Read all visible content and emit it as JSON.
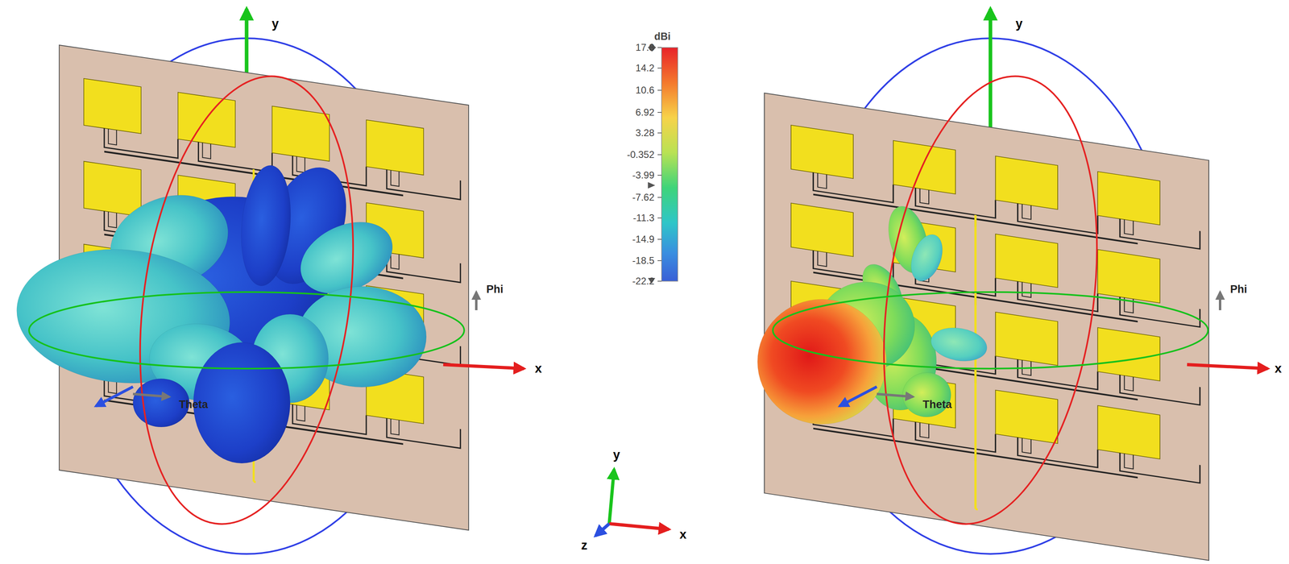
{
  "diagram": {
    "labels": [
      "y",
      "Phi",
      "x",
      "Theta",
      "dBi",
      "17.8",
      "14.2",
      "10.6",
      "6.92",
      "3.28",
      "-0.352",
      "-3.99",
      "-7.62",
      "-11.3",
      "-14.9",
      "-18.5",
      "-22.2",
      "y",
      "Phi",
      "x",
      "Theta",
      "y",
      "z",
      "x"
    ]
  }
}
